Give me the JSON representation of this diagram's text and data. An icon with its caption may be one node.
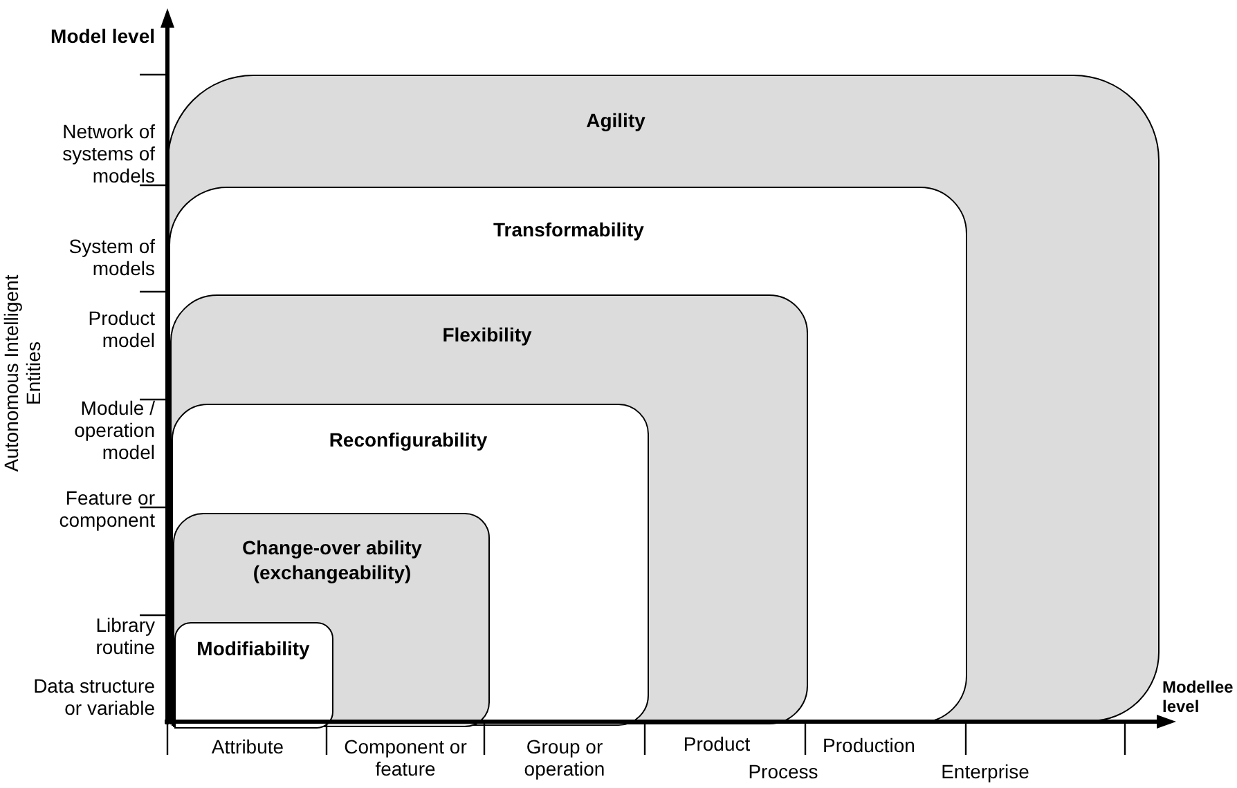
{
  "diagram": {
    "nodes": [
      {
        "text": [
          "Agility"
        ]
      },
      {
        "text": [
          "Transformability"
        ],
        "in": 0
      },
      {
        "text": [
          "Flexibility"
        ],
        "in": 1
      },
      {
        "text": [
          "Reconfigurability"
        ],
        "in": 2
      },
      {
        "text": [
          "Change-over ability (exchangeability)"
        ],
        "in": 3
      },
      {
        "text": [
          "Modifiability"
        ],
        "in": 4
      }
    ],
    "labels": [
      "Model level",
      "Network of systems of models",
      "System of models",
      "Product model",
      "Autonomous Intelligent Entities",
      "Module / operation model",
      "Feature or component",
      "Library routine",
      "Data structure or variable",
      "Modellee level",
      "Attribute",
      "Component or feature",
      "Group or operation",
      "Product",
      "Process",
      "Production",
      "Enterprise"
    ]
  }
}
